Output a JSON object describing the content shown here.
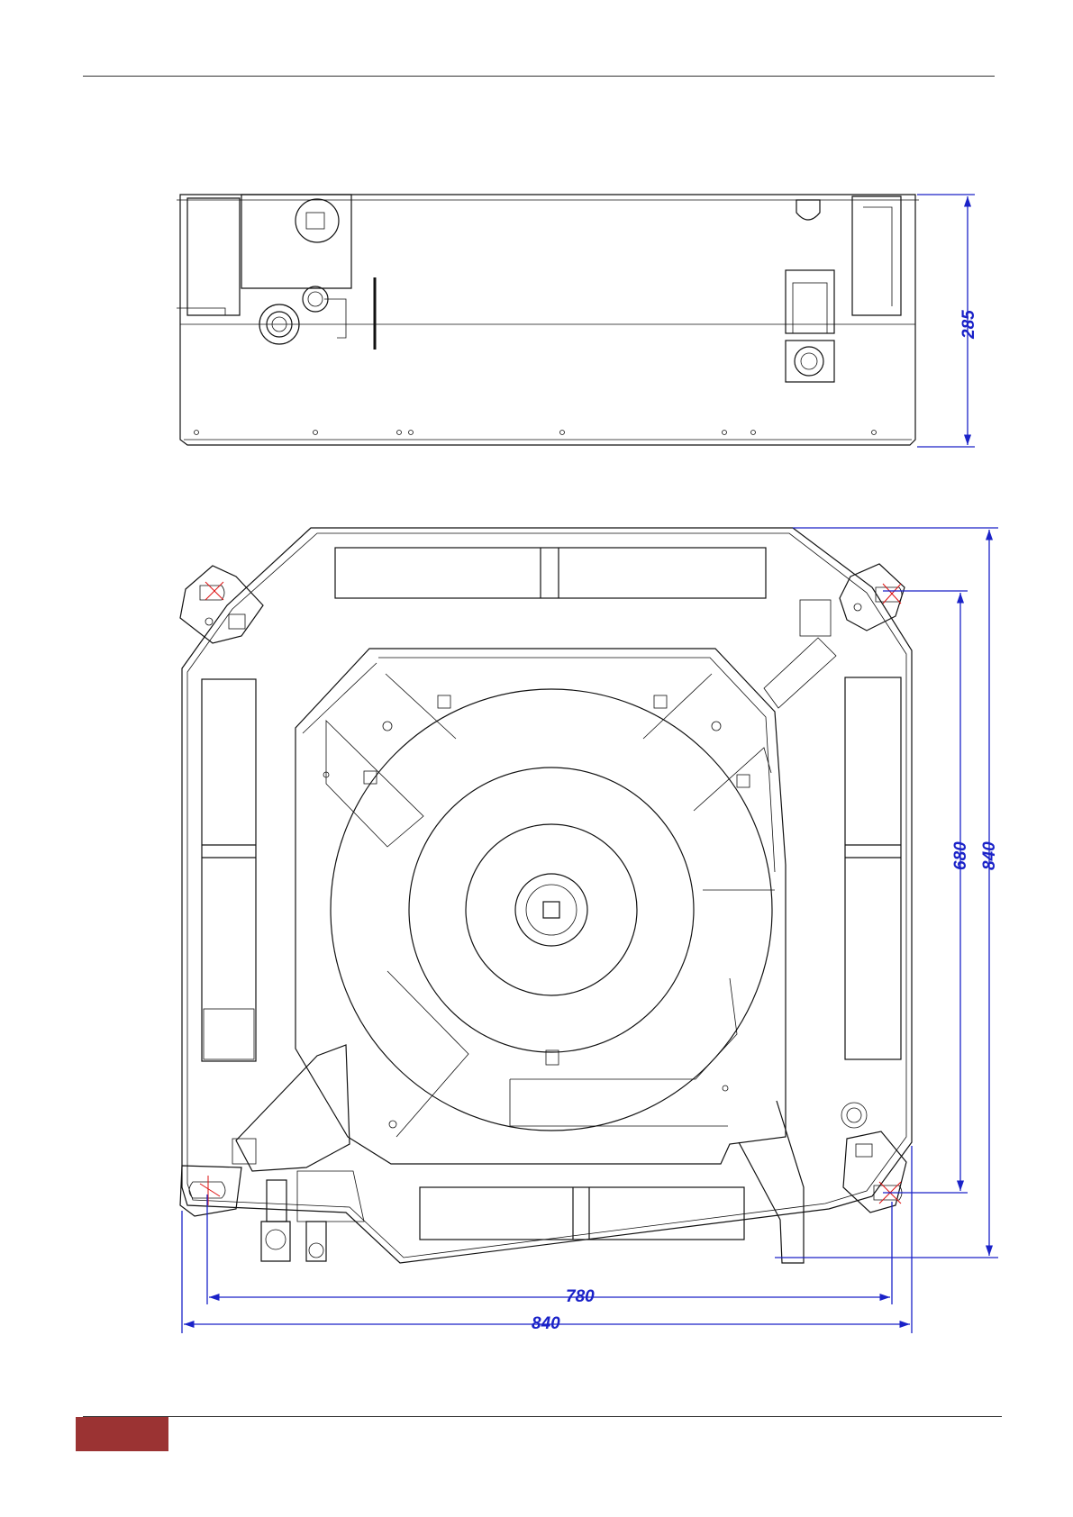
{
  "dimensions": {
    "height": "285",
    "depth_inner": "680",
    "depth_outer": "840",
    "width_inner": "780",
    "width_outer": "840"
  },
  "colors": {
    "dimension": "#1a22c8",
    "line": "#111111",
    "footer_tab": "#9b3333",
    "hole_marks": "#dd1111"
  }
}
